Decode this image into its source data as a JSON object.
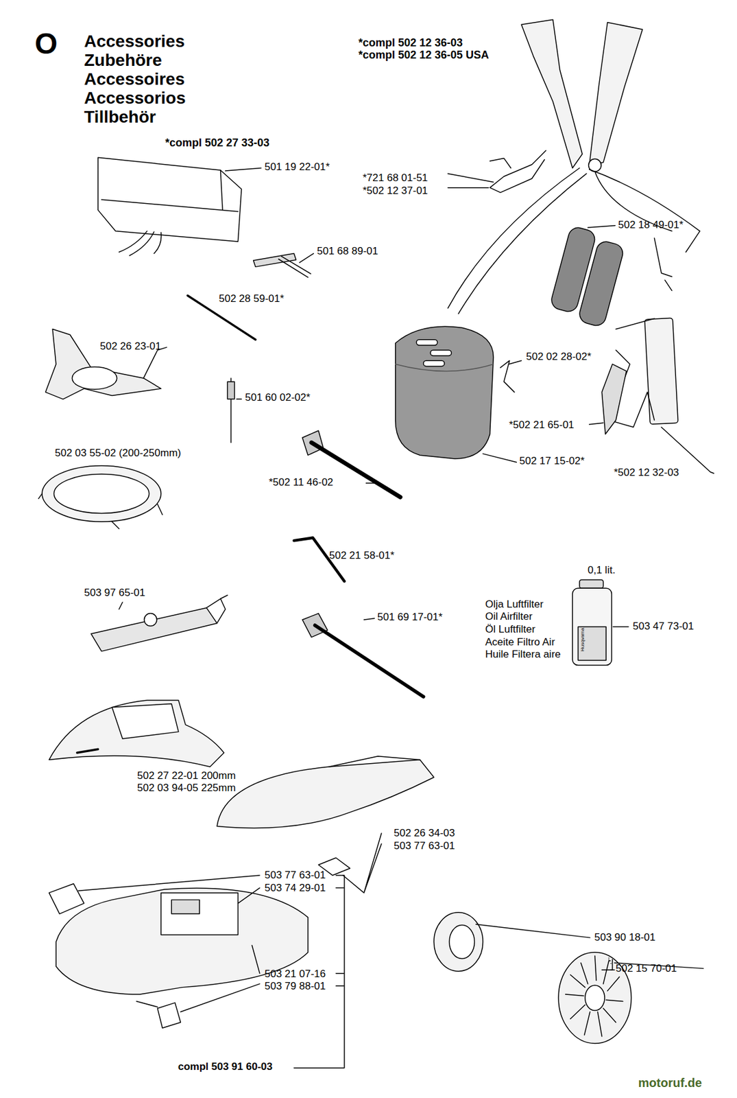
{
  "diagram": {
    "title": "Accessories Zubehöre Accessoires Accessorios Tillbehör",
    "labels": [
      "O",
      "*compl 502 12 36-03",
      "*compl 502 12 36-05 USA",
      "*compl 502 27 33-03",
      "501 19 22-01*",
      "*721 68 01-51",
      "*502 12 37-01",
      "501 68 89-01",
      "502 18 49-01*",
      "502 28 59-01*",
      "502 26 23-01",
      "502 02 28-02*",
      "501 60 02-02*",
      "*502 21 65-01",
      "502 03 55-02 (200-250mm)",
      "502 17 15-02*",
      "*502 12 32-03",
      "*502 11 46-02",
      "502 21 58-01*",
      "0,1 lit.",
      "Olja Luftfilter",
      "Oil Airfilter",
      "Öl Luftfilter",
      "Aceite Filtro Air",
      "Huile Filtera aire",
      "503 47 73-01",
      "503 97 65-01",
      "501 69 17-01*",
      "502 27 22-01 200mm",
      "502 03 94-05 225mm",
      "502 26 34-03",
      "503 77 63-01",
      "503 77 63-01",
      "503 74 29-01",
      "503 21 07-16",
      "503 79 88-01",
      "compl 503 91 60-03",
      "503 90 18-01",
      "502 15 70-01",
      "motoruf.de",
      "Husqvarna"
    ]
  }
}
